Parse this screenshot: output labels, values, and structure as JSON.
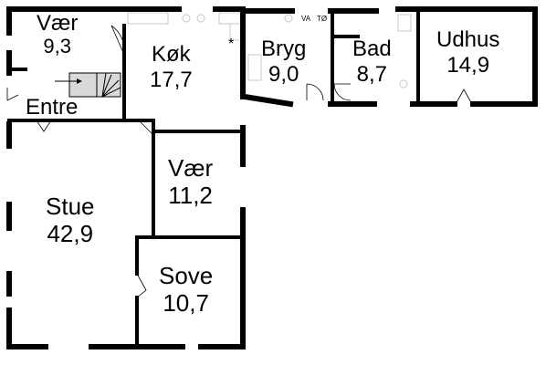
{
  "rooms": [
    {
      "name": "Vær",
      "area": "9,3"
    },
    {
      "name": "Entre",
      "area": ""
    },
    {
      "name": "Køk",
      "area": "17,7"
    },
    {
      "name": "Bryg",
      "area": "9,0"
    },
    {
      "name": "Bad",
      "area": "8,7"
    },
    {
      "name": "Udhus",
      "area": "14,9"
    },
    {
      "name": "Vær",
      "area": "11,2"
    },
    {
      "name": "Stue",
      "area": "42,9"
    },
    {
      "name": "Sove",
      "area": "10,7"
    }
  ],
  "fixtures": {
    "vaskemaskine": "VA",
    "toerretumbler": "TØ",
    "star_marker": "*"
  },
  "colors": {
    "wall": "#000000",
    "fixture": "#c8c8c8",
    "stair": "#d9d9d9"
  }
}
